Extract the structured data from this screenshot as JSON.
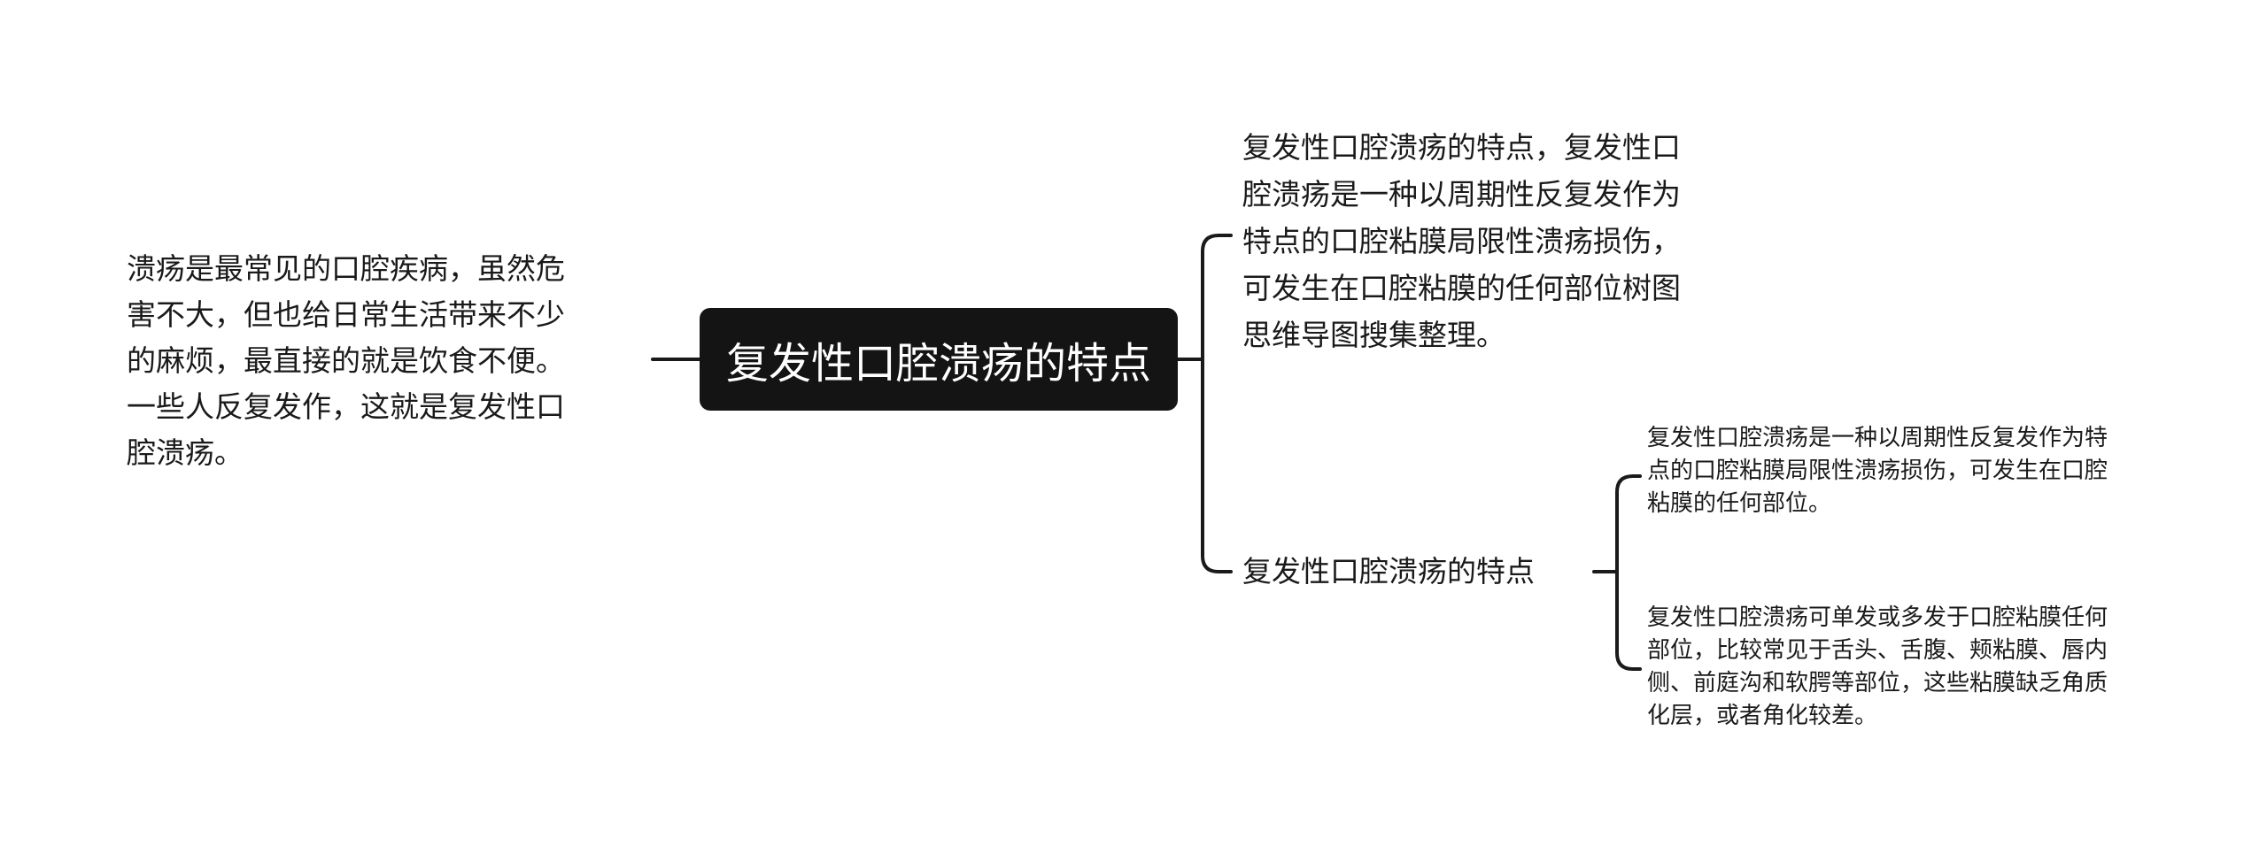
{
  "root": {
    "label": "复发性口腔溃疡的特点"
  },
  "left_note": {
    "lines": [
      "溃疡是最常见的口腔疾病，虽然危",
      "害不大，但也给日常生活带来不少",
      "的麻烦，最直接的就是饮食不便。",
      "一些人反复发作，这就是复发性口",
      "腔溃疡。"
    ]
  },
  "branch_1": {
    "lines": [
      "复发性口腔溃疡的特点，复发性口",
      "腔溃疡是一种以周期性反复发作为",
      "特点的口腔粘膜局限性溃疡损伤，",
      "可发生在口腔粘膜的任何部位树图",
      "思维导图搜集整理。"
    ]
  },
  "branch_2": {
    "label": "复发性口腔溃疡的特点",
    "children": [
      {
        "lines": [
          "复发性口腔溃疡是一种以周期性反复发作为特",
          "点的口腔粘膜局限性溃疡损伤，可发生在口腔",
          "粘膜的任何部位。"
        ]
      },
      {
        "lines": [
          "复发性口腔溃疡可单发或多发于口腔粘膜任何",
          "部位，比较常见于舌头、舌腹、颊粘膜、唇内",
          "侧、前庭沟和软腭等部位，这些粘膜缺乏角质",
          "化层，或者角化较差。"
        ]
      }
    ]
  },
  "colors": {
    "root_fill": "#141414",
    "root_text": "#ffffff",
    "connector": "#1a1a1a",
    "text": "#1a1a1a"
  }
}
